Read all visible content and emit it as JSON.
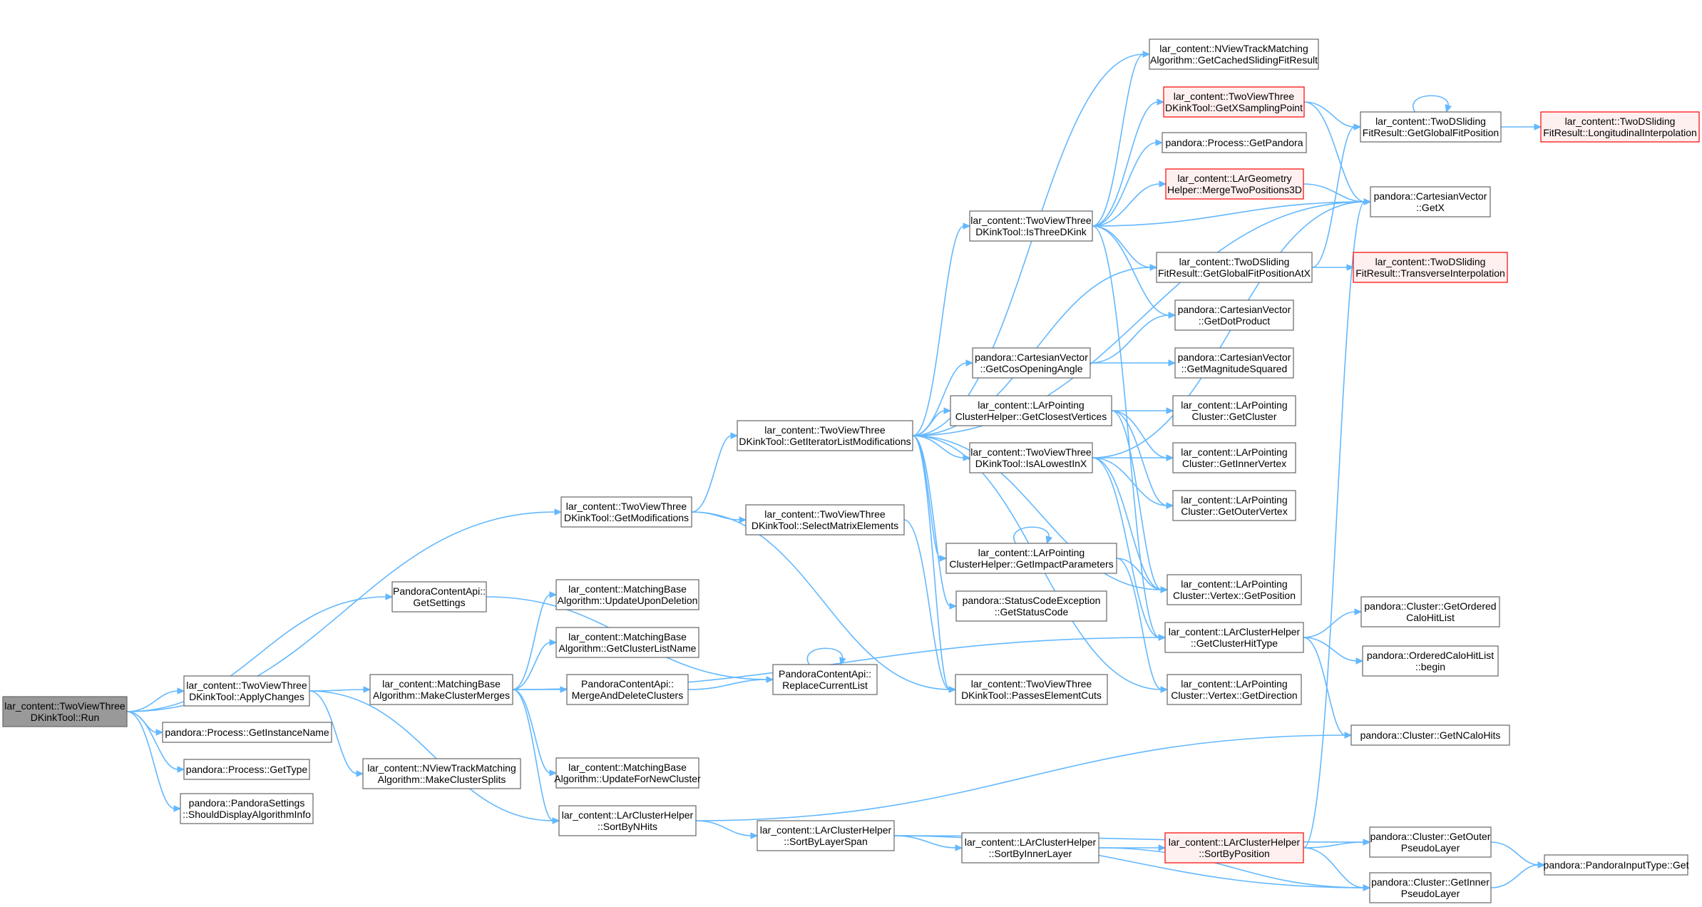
{
  "nodes": [
    {
      "id": "run",
      "lines": [
        "lar_content::TwoViewThree",
        "DKinkTool::Run"
      ],
      "style": "root"
    },
    {
      "id": "getmods",
      "lines": [
        "lar_content::TwoViewThree",
        "DKinkTool::GetModifications"
      ],
      "style": "normal"
    },
    {
      "id": "getsettings",
      "lines": [
        "PandoraContentApi::",
        "GetSettings"
      ],
      "style": "normal"
    },
    {
      "id": "applychanges",
      "lines": [
        "lar_content::TwoViewThree",
        "DKinkTool::ApplyChanges"
      ],
      "style": "normal"
    },
    {
      "id": "getinstancename",
      "lines": [
        "pandora::Process::GetInstanceName"
      ],
      "style": "normal"
    },
    {
      "id": "gettype",
      "lines": [
        "pandora::Process::GetType"
      ],
      "style": "normal"
    },
    {
      "id": "shoulddisplay",
      "lines": [
        "pandora::PandoraSettings",
        "::ShouldDisplayAlgorithmInfo"
      ],
      "style": "normal"
    },
    {
      "id": "makeclustermerges",
      "lines": [
        "lar_content::MatchingBase",
        "Algorithm::MakeClusterMerges"
      ],
      "style": "normal"
    },
    {
      "id": "makeclustersplits",
      "lines": [
        "lar_content::NViewTrackMatching",
        "Algorithm::MakeClusterSplits"
      ],
      "style": "normal"
    },
    {
      "id": "updatupondeletion",
      "lines": [
        "lar_content::MatchingBase",
        "Algorithm::UpdateUponDeletion"
      ],
      "style": "normal"
    },
    {
      "id": "getclusterlistname",
      "lines": [
        "lar_content::MatchingBase",
        "Algorithm::GetClusterListName"
      ],
      "style": "normal"
    },
    {
      "id": "mergeanddelete",
      "lines": [
        "PandoraContentApi::",
        "MergeAndDeleteClusters"
      ],
      "style": "normal"
    },
    {
      "id": "updatefornew",
      "lines": [
        "lar_content::MatchingBase",
        "Algorithm::UpdateForNewCluster"
      ],
      "style": "normal"
    },
    {
      "id": "sortbynhits",
      "lines": [
        "lar_content::LArClusterHelper",
        "::SortByNHits"
      ],
      "style": "normal"
    },
    {
      "id": "replacecurrentlist",
      "lines": [
        "PandoraContentApi::",
        "ReplaceCurrentList"
      ],
      "style": "normal"
    },
    {
      "id": "getiterlistmods",
      "lines": [
        "lar_content::TwoViewThree",
        "DKinkTool::GetIteratorListModifications"
      ],
      "style": "normal"
    },
    {
      "id": "selectmatrix",
      "lines": [
        "lar_content::TwoViewThree",
        "DKinkTool::SelectMatrixElements"
      ],
      "style": "normal"
    },
    {
      "id": "sortbylayerspan",
      "lines": [
        "lar_content::LArClusterHelper",
        "::SortByLayerSpan"
      ],
      "style": "normal"
    },
    {
      "id": "isthreedkink",
      "lines": [
        "lar_content::TwoViewThree",
        "DKinkTool::IsThreeDKink"
      ],
      "style": "normal"
    },
    {
      "id": "getcosopening",
      "lines": [
        "pandora::CartesianVector",
        "::GetCosOpeningAngle"
      ],
      "style": "normal"
    },
    {
      "id": "getclosestvertices",
      "lines": [
        "lar_content::LArPointing",
        "ClusterHelper::GetClosestVertices"
      ],
      "style": "normal"
    },
    {
      "id": "isalowestinx",
      "lines": [
        "lar_content::TwoViewThree",
        "DKinkTool::IsALowestInX"
      ],
      "style": "normal"
    },
    {
      "id": "getimpactparams",
      "lines": [
        "lar_content::LArPointing",
        "ClusterHelper::GetImpactParameters"
      ],
      "style": "normal"
    },
    {
      "id": "getstatuscode",
      "lines": [
        "pandora::StatusCodeException",
        "::GetStatusCode"
      ],
      "style": "normal"
    },
    {
      "id": "passeselementcuts",
      "lines": [
        "lar_content::TwoViewThree",
        "DKinkTool::PassesElementCuts"
      ],
      "style": "normal"
    },
    {
      "id": "sortbyinnerlayer",
      "lines": [
        "lar_content::LArClusterHelper",
        "::SortByInnerLayer"
      ],
      "style": "normal"
    },
    {
      "id": "getcachedsliding",
      "lines": [
        "lar_content::NViewTrackMatching",
        "Algorithm::GetCachedSlidingFitResult"
      ],
      "style": "normal"
    },
    {
      "id": "getxsampling",
      "lines": [
        "lar_content::TwoViewThree",
        "DKinkTool::GetXSamplingPoint"
      ],
      "style": "red"
    },
    {
      "id": "getpandora",
      "lines": [
        "pandora::Process::GetPandora"
      ],
      "style": "normal"
    },
    {
      "id": "mergetwopositions",
      "lines": [
        "lar_content::LArGeometry",
        "Helper::MergeTwoPositions3D"
      ],
      "style": "red"
    },
    {
      "id": "getglobalfitposatx",
      "lines": [
        "lar_content::TwoDSliding",
        "FitResult::GetGlobalFitPositionAtX"
      ],
      "style": "normal"
    },
    {
      "id": "getdotproduct",
      "lines": [
        "pandora::CartesianVector",
        "::GetDotProduct"
      ],
      "style": "normal"
    },
    {
      "id": "getmagsquared",
      "lines": [
        "pandora::CartesianVector",
        "::GetMagnitudeSquared"
      ],
      "style": "normal"
    },
    {
      "id": "getcluster",
      "lines": [
        "lar_content::LArPointing",
        "Cluster::GetCluster"
      ],
      "style": "normal"
    },
    {
      "id": "getinnervertex",
      "lines": [
        "lar_content::LArPointing",
        "Cluster::GetInnerVertex"
      ],
      "style": "normal"
    },
    {
      "id": "getoutervertex",
      "lines": [
        "lar_content::LArPointing",
        "Cluster::GetOuterVertex"
      ],
      "style": "normal"
    },
    {
      "id": "vertexgetposition",
      "lines": [
        "lar_content::LArPointing",
        "Cluster::Vertex::GetPosition"
      ],
      "style": "normal"
    },
    {
      "id": "getclusterhittype",
      "lines": [
        "lar_content::LArClusterHelper",
        "::GetClusterHitType"
      ],
      "style": "normal"
    },
    {
      "id": "vertexgetdirection",
      "lines": [
        "lar_content::LArPointing",
        "Cluster::Vertex::GetDirection"
      ],
      "style": "normal"
    },
    {
      "id": "sortbyposition",
      "lines": [
        "lar_content::LArClusterHelper",
        "::SortByPosition"
      ],
      "style": "red"
    },
    {
      "id": "getglobalfitpos",
      "lines": [
        "lar_content::TwoDSliding",
        "FitResult::GetGlobalFitPosition"
      ],
      "style": "normal"
    },
    {
      "id": "cartesiangetx",
      "lines": [
        "pandora::CartesianVector",
        "::GetX"
      ],
      "style": "normal"
    },
    {
      "id": "transverseinterp",
      "lines": [
        "lar_content::TwoDSliding",
        "FitResult::TransverseInterpolation"
      ],
      "style": "red"
    },
    {
      "id": "getorderedcalohitlist",
      "lines": [
        "pandora::Cluster::GetOrdered",
        "CaloHitList"
      ],
      "style": "normal"
    },
    {
      "id": "orderedcalobegin",
      "lines": [
        "pandora::OrderedCaloHitList",
        "::begin"
      ],
      "style": "normal"
    },
    {
      "id": "getncalohits",
      "lines": [
        "pandora::Cluster::GetNCaloHits"
      ],
      "style": "normal"
    },
    {
      "id": "getouterpseudo",
      "lines": [
        "pandora::Cluster::GetOuter",
        "PseudoLayer"
      ],
      "style": "normal"
    },
    {
      "id": "getinnerpseudo",
      "lines": [
        "pandora::Cluster::GetInner",
        "PseudoLayer"
      ],
      "style": "normal"
    },
    {
      "id": "longitudinalinterp",
      "lines": [
        "lar_content::TwoDSliding",
        "FitResult::LongitudinalInterpolation"
      ],
      "style": "red"
    },
    {
      "id": "pandorainputtypeget",
      "lines": [
        "pandora::PandoraInputType::Get"
      ],
      "style": "normal"
    }
  ],
  "edges": [
    [
      "run",
      "getmods"
    ],
    [
      "run",
      "getsettings"
    ],
    [
      "run",
      "applychanges"
    ],
    [
      "run",
      "getinstancename"
    ],
    [
      "run",
      "gettype"
    ],
    [
      "run",
      "shoulddisplay"
    ],
    [
      "getmods",
      "getiterlistmods"
    ],
    [
      "getmods",
      "selectmatrix"
    ],
    [
      "getmods",
      "passeselementcuts"
    ],
    [
      "getsettings",
      "replacecurrentlist"
    ],
    [
      "applychanges",
      "makeclustermerges"
    ],
    [
      "applychanges",
      "makeclustersplits"
    ],
    [
      "applychanges",
      "sortbynhits"
    ],
    [
      "makeclustermerges",
      "updatupondeletion"
    ],
    [
      "makeclustermerges",
      "getclusterlistname"
    ],
    [
      "makeclustermerges",
      "mergeanddelete"
    ],
    [
      "makeclustermerges",
      "updatefornew"
    ],
    [
      "makeclustermerges",
      "sortbynhits"
    ],
    [
      "makeclustermerges",
      "getclusterhittype"
    ],
    [
      "mergeanddelete",
      "replacecurrentlist"
    ],
    [
      "replacecurrentlist",
      "replacecurrentlist"
    ],
    [
      "sortbynhits",
      "sortbylayerspan"
    ],
    [
      "sortbynhits",
      "getncalohits"
    ],
    [
      "sortbylayerspan",
      "sortbyinnerlayer"
    ],
    [
      "sortbylayerspan",
      "getouterpseudo"
    ],
    [
      "sortbylayerspan",
      "getinnerpseudo"
    ],
    [
      "sortbyinnerlayer",
      "sortbyposition"
    ],
    [
      "sortbyinnerlayer",
      "getinnerpseudo"
    ],
    [
      "sortbyposition",
      "getouterpseudo"
    ],
    [
      "sortbyposition",
      "getinnerpseudo"
    ],
    [
      "sortbyposition",
      "cartesiangetx"
    ],
    [
      "getouterpseudo",
      "pandorainputtypeget"
    ],
    [
      "getinnerpseudo",
      "pandorainputtypeget"
    ],
    [
      "selectmatrix",
      "passeselementcuts"
    ],
    [
      "getiterlistmods",
      "isthreedkink"
    ],
    [
      "getiterlistmods",
      "getcosopening"
    ],
    [
      "getiterlistmods",
      "getclosestvertices"
    ],
    [
      "getiterlistmods",
      "isalowestinx"
    ],
    [
      "getiterlistmods",
      "getimpactparams"
    ],
    [
      "getiterlistmods",
      "getstatuscode"
    ],
    [
      "getiterlistmods",
      "passeselementcuts"
    ],
    [
      "getiterlistmods",
      "getcachedsliding"
    ],
    [
      "getiterlistmods",
      "getglobalfitposatx"
    ],
    [
      "getiterlistmods",
      "cartesiangetx"
    ],
    [
      "getiterlistmods",
      "vertexgetdirection"
    ],
    [
      "getiterlistmods",
      "vertexgetposition"
    ],
    [
      "isthreedkink",
      "getcachedsliding"
    ],
    [
      "isthreedkink",
      "getxsampling"
    ],
    [
      "isthreedkink",
      "getpandora"
    ],
    [
      "isthreedkink",
      "mergetwopositions"
    ],
    [
      "isthreedkink",
      "getglobalfitposatx"
    ],
    [
      "isthreedkink",
      "getdotproduct"
    ],
    [
      "isthreedkink",
      "cartesiangetx"
    ],
    [
      "isthreedkink",
      "getclusterhittype"
    ],
    [
      "getxsampling",
      "getglobalfitpos"
    ],
    [
      "getxsampling",
      "cartesiangetx"
    ],
    [
      "mergetwopositions",
      "cartesiangetx"
    ],
    [
      "getglobalfitposatx",
      "transverseinterp"
    ],
    [
      "getglobalfitposatx",
      "getglobalfitpos"
    ],
    [
      "getglobalfitpos",
      "getglobalfitpos"
    ],
    [
      "getglobalfitpos",
      "longitudinalinterp"
    ],
    [
      "getcosopening",
      "getdotproduct"
    ],
    [
      "getcosopening",
      "getmagsquared"
    ],
    [
      "getclosestvertices",
      "getcluster"
    ],
    [
      "getclosestvertices",
      "getinnervertex"
    ],
    [
      "getclosestvertices",
      "getoutervertex"
    ],
    [
      "getclosestvertices",
      "vertexgetposition"
    ],
    [
      "isalowestinx",
      "getinnervertex"
    ],
    [
      "isalowestinx",
      "getoutervertex"
    ],
    [
      "isalowestinx",
      "vertexgetposition"
    ],
    [
      "isalowestinx",
      "getclusterhittype"
    ],
    [
      "isalowestinx",
      "cartesiangetx"
    ],
    [
      "getimpactparams",
      "getimpactparams"
    ],
    [
      "getimpactparams",
      "vertexgetposition"
    ],
    [
      "getimpactparams",
      "vertexgetdirection"
    ],
    [
      "getclusterhittype",
      "getorderedcalohitlist"
    ],
    [
      "getclusterhittype",
      "orderedcalobegin"
    ],
    [
      "getclusterhittype",
      "getncalohits"
    ]
  ]
}
